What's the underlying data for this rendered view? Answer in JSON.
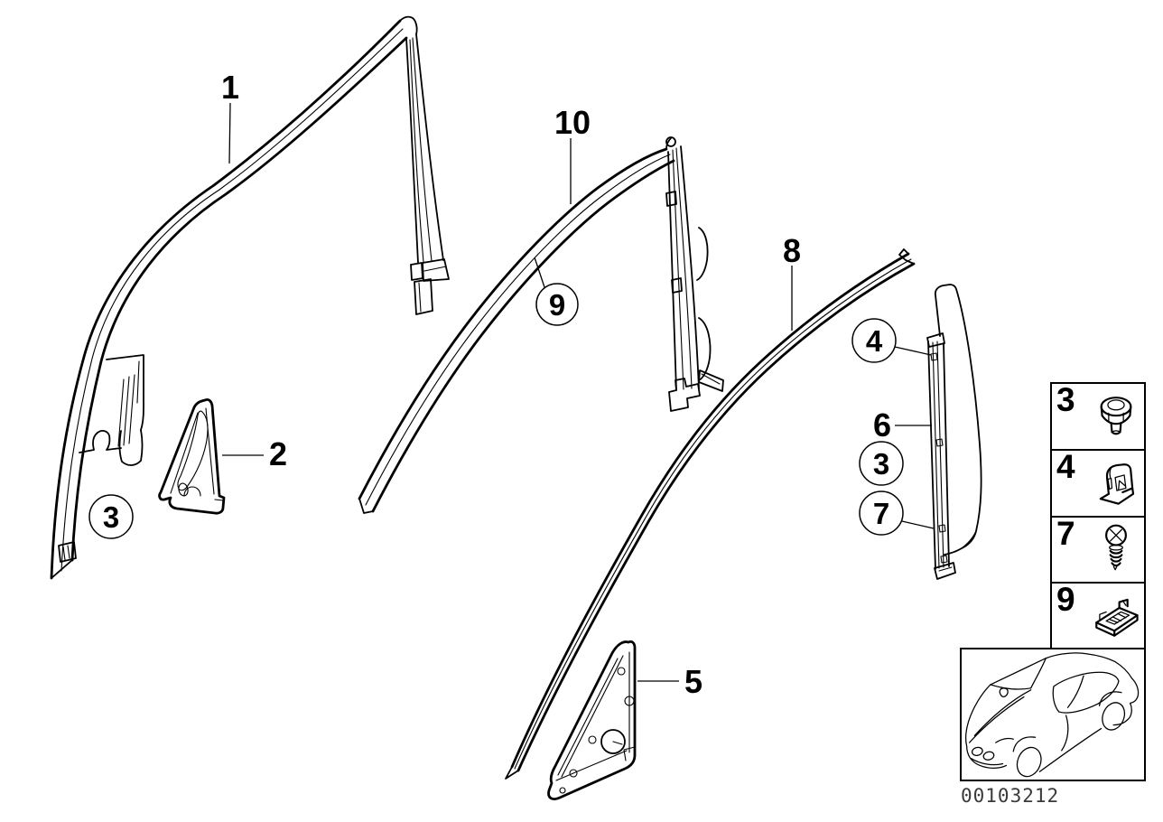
{
  "page": {
    "background": "#ffffff",
    "line_color": "#000000"
  },
  "callouts": {
    "plain": [
      {
        "label": "1"
      },
      {
        "label": "2"
      },
      {
        "label": "5"
      },
      {
        "label": "6"
      },
      {
        "label": "8"
      },
      {
        "label": "10"
      }
    ],
    "circled": [
      {
        "label": "3"
      },
      {
        "label": "4"
      },
      {
        "label": "3"
      },
      {
        "label": "7"
      },
      {
        "label": "9"
      }
    ]
  },
  "legend": {
    "rows": [
      {
        "number": "3",
        "icon": "hex-bolt-icon"
      },
      {
        "number": "4",
        "icon": "sheet-metal-clip-icon"
      },
      {
        "number": "7",
        "icon": "phillips-screw-icon"
      },
      {
        "number": "9",
        "icon": "mounting-clip-icon"
      }
    ]
  },
  "thumbnail": {
    "icon": "car-three-quarter-view-icon"
  },
  "footer": {
    "part_number": "00103212"
  }
}
